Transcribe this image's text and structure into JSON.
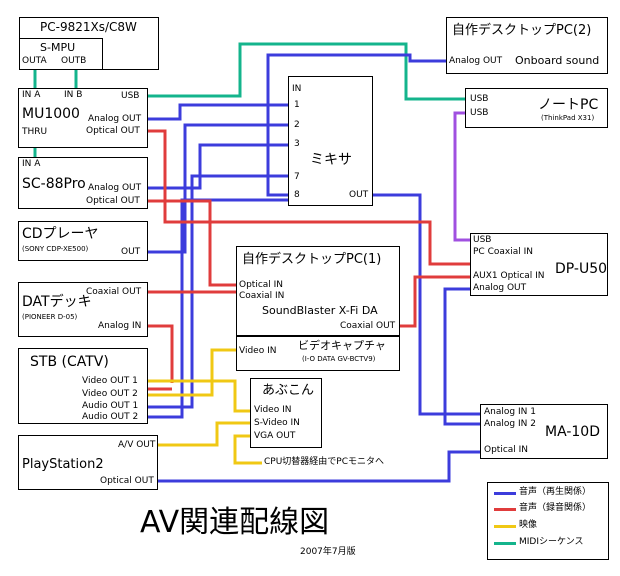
{
  "title": "AV関連配線図",
  "date": "2007年7月版",
  "devices": {
    "pc9821": {
      "name": "PC-9821Xs/C8W",
      "smpu": "S-MPU",
      "outa": "OUTA",
      "outb": "OUTB"
    },
    "mu1000": {
      "name": "MU1000",
      "in_a": "IN A",
      "in_b": "IN B",
      "thru": "THRU",
      "usb": "USB",
      "analog_out": "Analog OUT",
      "optical_out": "Optical OUT"
    },
    "sc88": {
      "name": "SC-88Pro",
      "in_a": "IN A",
      "analog_out": "Analog OUT",
      "optical_out": "Optical OUT"
    },
    "cd": {
      "name": "CDプレーヤ",
      "model": "(SONY CDP-XE500)",
      "out": "OUT"
    },
    "dat": {
      "name": "DATデッキ",
      "model": "(PIONEER D-05)",
      "coaxial_out": "Coaxial OUT",
      "analog_in": "Analog IN"
    },
    "stb": {
      "name": "STB (CATV)",
      "video_out_1": "Video OUT 1",
      "video_out_2": "Video OUT 2",
      "audio_out_1": "Audio OUT 1",
      "audio_out_2": "Audio OUT 2"
    },
    "ps2": {
      "name": "PlayStation2",
      "av_out": "A/V OUT",
      "optical_out": "Optical OUT"
    },
    "mixer": {
      "name": "ミキサ",
      "in": "IN",
      "ch1": "1",
      "ch2": "2",
      "ch3": "3",
      "ch7": "7",
      "ch8": "8",
      "out": "OUT"
    },
    "pc2": {
      "name": "自作デスクトップPC(2)",
      "analog_out": "Analog OUT",
      "onboard": "Onboard sound"
    },
    "notepc": {
      "name": "ノートPC",
      "model": "(ThinkPad X31)",
      "usb1": "USB",
      "usb2": "USB"
    },
    "pc1": {
      "name": "自作デスクトップPC(1)",
      "optical_in": "Optical IN",
      "coaxial_in": "Coaxial IN",
      "soundcard": "SoundBlaster X-Fi DA",
      "coaxial_out": "Coaxial OUT",
      "video_in": "Video IN",
      "capture": "ビデオキャプチャ",
      "capture_model": "(I-O DATA GV-BCTV9)"
    },
    "dpu50": {
      "name": "DP-U50",
      "usb": "USB",
      "pc_coaxial_in": "PC Coaxial IN",
      "aux1_optical_in": "AUX1 Optical IN",
      "analog_out": "Analog OUT"
    },
    "ma10d": {
      "name": "MA-10D",
      "analog_in_1": "Analog IN 1",
      "analog_in_2": "Analog IN 2",
      "optical_in": "Optical IN"
    },
    "abucon": {
      "name": "あぶこん",
      "video_in": "Video IN",
      "svideo_in": "S-Video IN",
      "vga_out": "VGA OUT"
    }
  },
  "note_vga": "CPU切替器経由でPCモニタへ",
  "legend": [
    {
      "label": "音声（再生関係）",
      "color": "#3c3cdc"
    },
    {
      "label": "音声（録音関係）",
      "color": "#e03c3c"
    },
    {
      "label": "映像",
      "color": "#f0c814"
    },
    {
      "label": "MIDIシーケンス",
      "color": "#14b48c"
    }
  ]
}
